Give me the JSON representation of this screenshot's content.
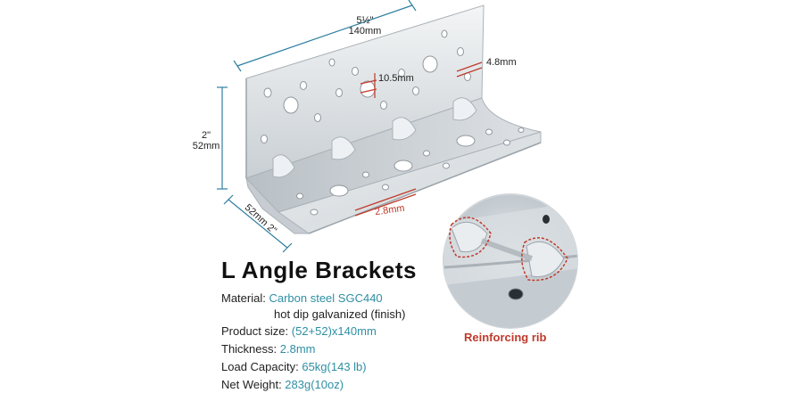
{
  "dimensions": {
    "length_in": "5½\"",
    "length_mm": "140mm",
    "height_in": "2\"",
    "height_mm": "52mm",
    "depth_in": "2\"",
    "depth_mm": "52mm",
    "large_hole": "10.5mm",
    "slot": "4.8mm",
    "thickness_mark": "2.8mm"
  },
  "product": {
    "title": "L Angle Brackets",
    "specs": [
      {
        "label": "Material: ",
        "value": "Carbon steel SGC440"
      },
      {
        "label": "Product size: ",
        "value": "(52+52)x140mm"
      },
      {
        "label": "Thickness: ",
        "value": "2.8mm"
      },
      {
        "label": "Load Capacity: ",
        "value": "65kg(143 lb)"
      },
      {
        "label": "Net Weight: ",
        "value": "283g(10oz)"
      }
    ],
    "material_finish": "hot dip galvanized (finish)"
  },
  "detail": {
    "caption": "Reinforcing rib"
  },
  "colors": {
    "dimension_line": "#2f7fa0",
    "accent_value": "#2f8fa3",
    "rib_highlight": "#c0392b",
    "steel": "#dfe3e6"
  }
}
